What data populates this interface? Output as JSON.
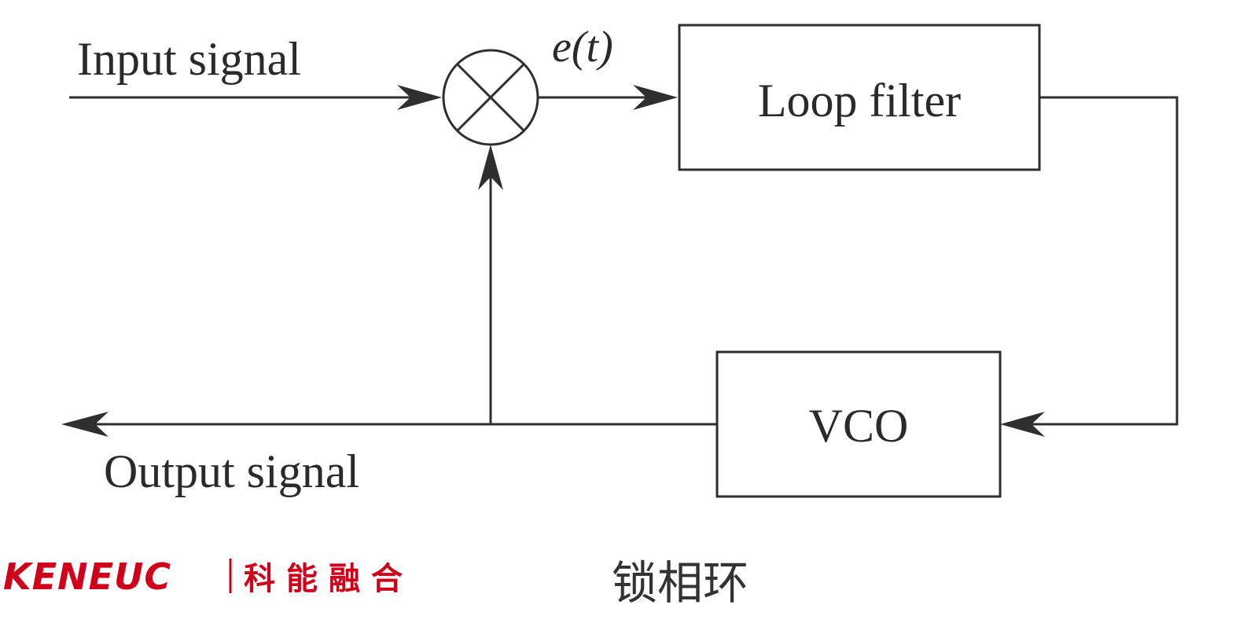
{
  "diagram": {
    "input_label": "Input signal",
    "output_label": "Output signal",
    "error_label": "e(t)",
    "loop_filter_label": "Loop filter",
    "vco_label": "VCO",
    "mixer_icon": "multiply-circle-icon",
    "caption": "锁相环"
  },
  "brand": {
    "logo_text": "KENEUC",
    "logo_cn": "科能融合",
    "color": "#d0021b"
  }
}
